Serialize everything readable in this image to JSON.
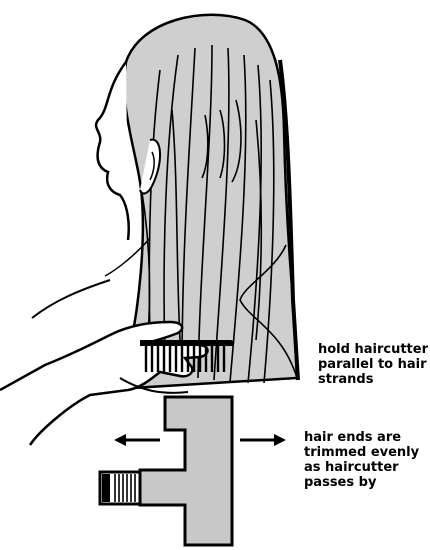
{
  "colors": {
    "hair_fill": "#cfcfcf",
    "tool_fill": "#c8c8c8",
    "ink": "#000000",
    "background": "#ffffff"
  },
  "labels": {
    "parallel": [
      "hold haircutter",
      "parallel to hair",
      "strands"
    ],
    "trim": [
      "hair ends are",
      "trimmed evenly",
      "as haircutter",
      "passes by"
    ]
  }
}
